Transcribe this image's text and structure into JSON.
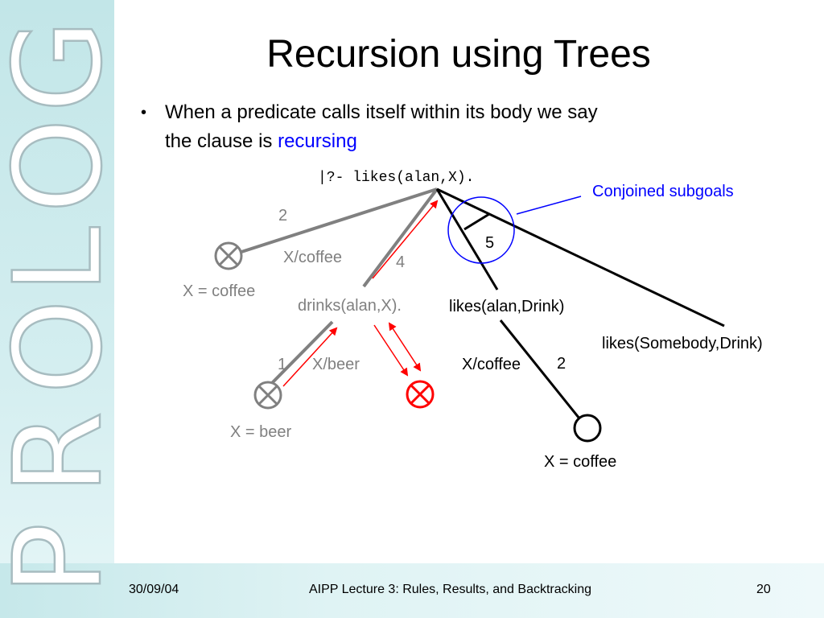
{
  "logo": {
    "letters": [
      "P",
      "R",
      "O",
      "L",
      "O",
      "G"
    ]
  },
  "slide": {
    "title": "Recursion using Trees",
    "bullet": {
      "symbol": "•",
      "line1": "When a predicate calls itself within its body we say",
      "line2_prefix": "the clause is ",
      "line2_highlight": "recursing"
    }
  },
  "tree": {
    "query": "|?- likes(alan,X).",
    "conjoined_label": "Conjoined subgoals",
    "labels": {
      "branch_2_left": "2",
      "xcoffee_left": "X/coffee",
      "x_eq_coffee_left": "X = coffee",
      "drinks_goal": "drinks(alan,X).",
      "num_4": "4",
      "num_1": "1",
      "xbeer": "X/beer",
      "x_eq_beer": "X = beer",
      "num_5": "5",
      "likes_alan_drink": "likes(alan,Drink)",
      "likes_somebody_drink": "likes(Somebody,Drink)",
      "xcoffee_right": "X/coffee",
      "num_2_right": "2",
      "x_eq_coffee_right": "X = coffee"
    },
    "colors": {
      "gray": "#808080",
      "red": "#ff0000",
      "blue": "#0000ff",
      "black": "#000000"
    }
  },
  "footer": {
    "date": "30/09/04",
    "course": "AIPP Lecture 3: Rules, Results, and Backtracking",
    "page": "20"
  }
}
